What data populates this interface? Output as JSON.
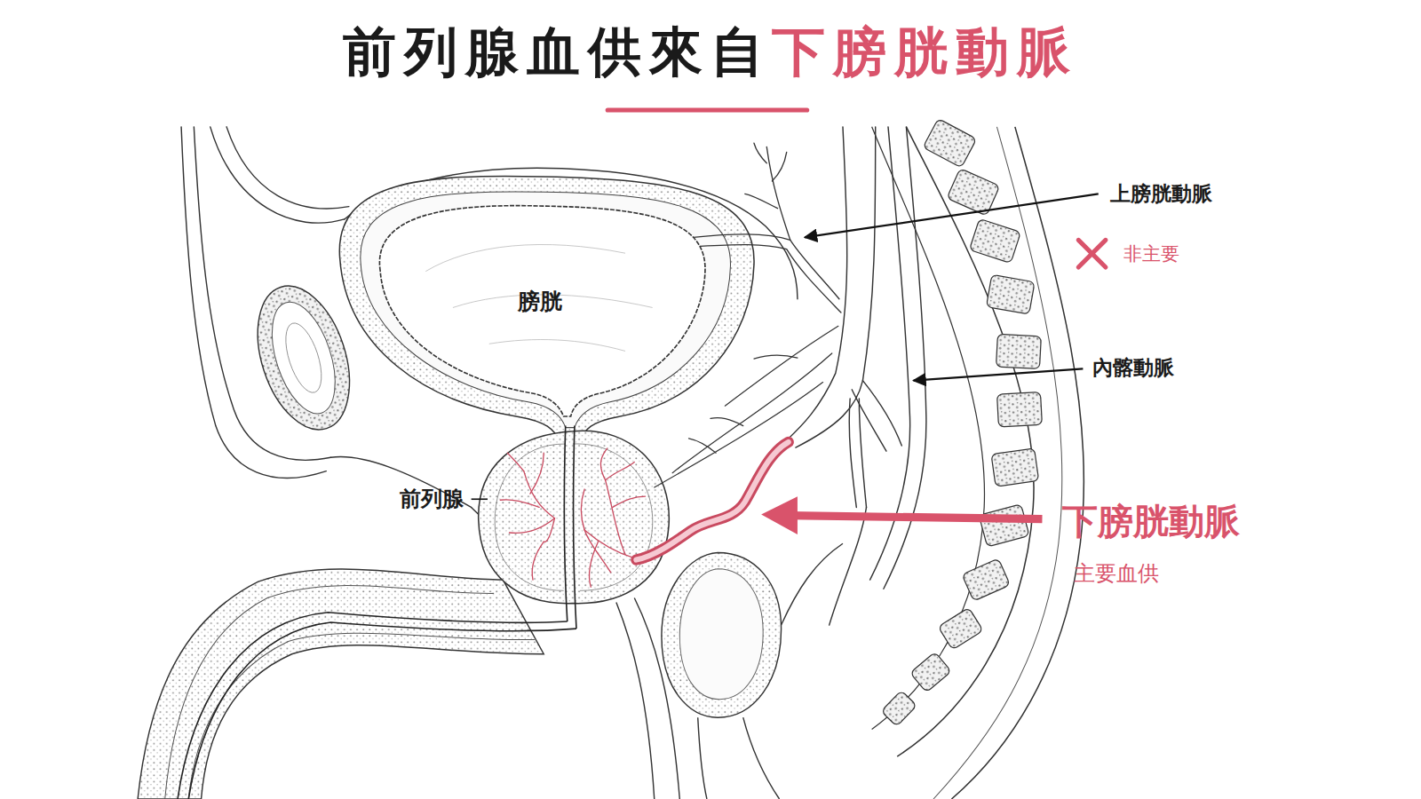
{
  "diagram": {
    "title": "前列腺血供來自",
    "nodes": [
      {
        "text": [
          "膀胱"
        ]
      }
    ],
    "labels": [
      "下膀胱動脈",
      "前列腺",
      "上膀胱動脈",
      "非主要",
      "內髂動脈",
      "下膀胱動脈",
      "主要血供"
    ]
  }
}
